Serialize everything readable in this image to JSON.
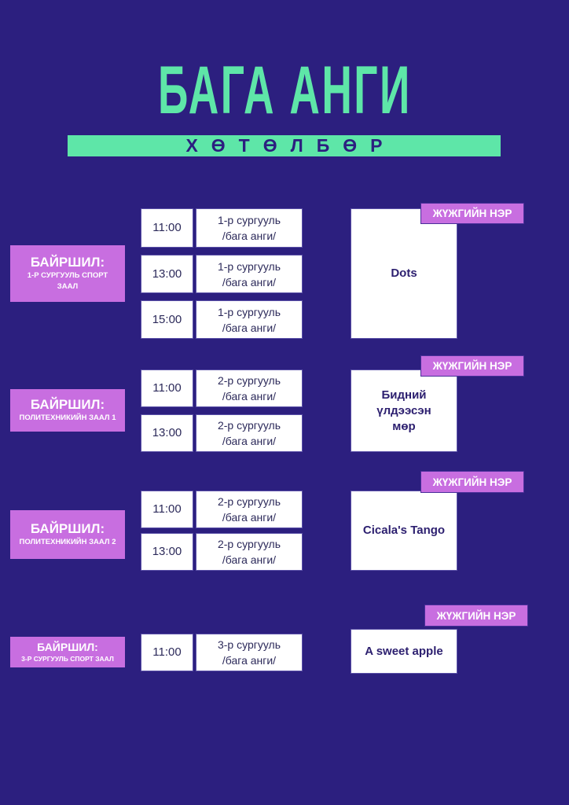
{
  "header": {
    "title": "БАГА АНГИ",
    "subtitle": "ХӨТӨЛБӨР"
  },
  "sections": [
    {
      "location_label": "БАЙРШИЛ:",
      "location": "1-Р СУРГУУЛЬ СПОРТ ЗААЛ",
      "rows": [
        {
          "time": "11:00",
          "school": "1-р сургууль",
          "group": "/бага анги/"
        },
        {
          "time": "13:00",
          "school": "1-р сургууль",
          "group": "/бага анги/"
        },
        {
          "time": "15:00",
          "school": "1-р сургууль",
          "group": "/бага анги/"
        }
      ],
      "dance_label": "ЖҮЖГИЙН НЭР",
      "dance": "Dots"
    },
    {
      "location_label": "БАЙРШИЛ:",
      "location": "ПОЛИТЕХНИКИЙН ЗААЛ 1",
      "rows": [
        {
          "time": "11:00",
          "school": "2-р сургууль",
          "group": "/бага анги/"
        },
        {
          "time": "13:00",
          "school": "2-р сургууль",
          "group": "/бага анги/"
        }
      ],
      "dance_label": "ЖҮЖГИЙН НЭР",
      "dance": "Бидний үлдээсэн мөр"
    },
    {
      "location_label": "БАЙРШИЛ:",
      "location": "ПОЛИТЕХНИКИЙН ЗААЛ 2",
      "rows": [
        {
          "time": "11:00",
          "school": "2-р сургууль",
          "group": "/бага анги/"
        },
        {
          "time": "13:00",
          "school": "2-р сургууль",
          "group": "/бага анги/"
        }
      ],
      "dance_label": "ЖҮЖГИЙН НЭР",
      "dance": "Cicala's Tango"
    },
    {
      "location_label": "БАЙРШИЛ:",
      "location": "3-Р СУРГУУЛЬ СПОРТ ЗААЛ",
      "rows": [
        {
          "time": "11:00",
          "school": "3-р сургууль",
          "group": "/бага анги/"
        }
      ],
      "dance_label": "ЖҮЖГИЙН НЭР",
      "dance": "A sweet apple"
    }
  ],
  "colors": {
    "background": "#2c1f7f",
    "accent_green": "#5ee6a8",
    "accent_purple": "#c86ee0"
  }
}
